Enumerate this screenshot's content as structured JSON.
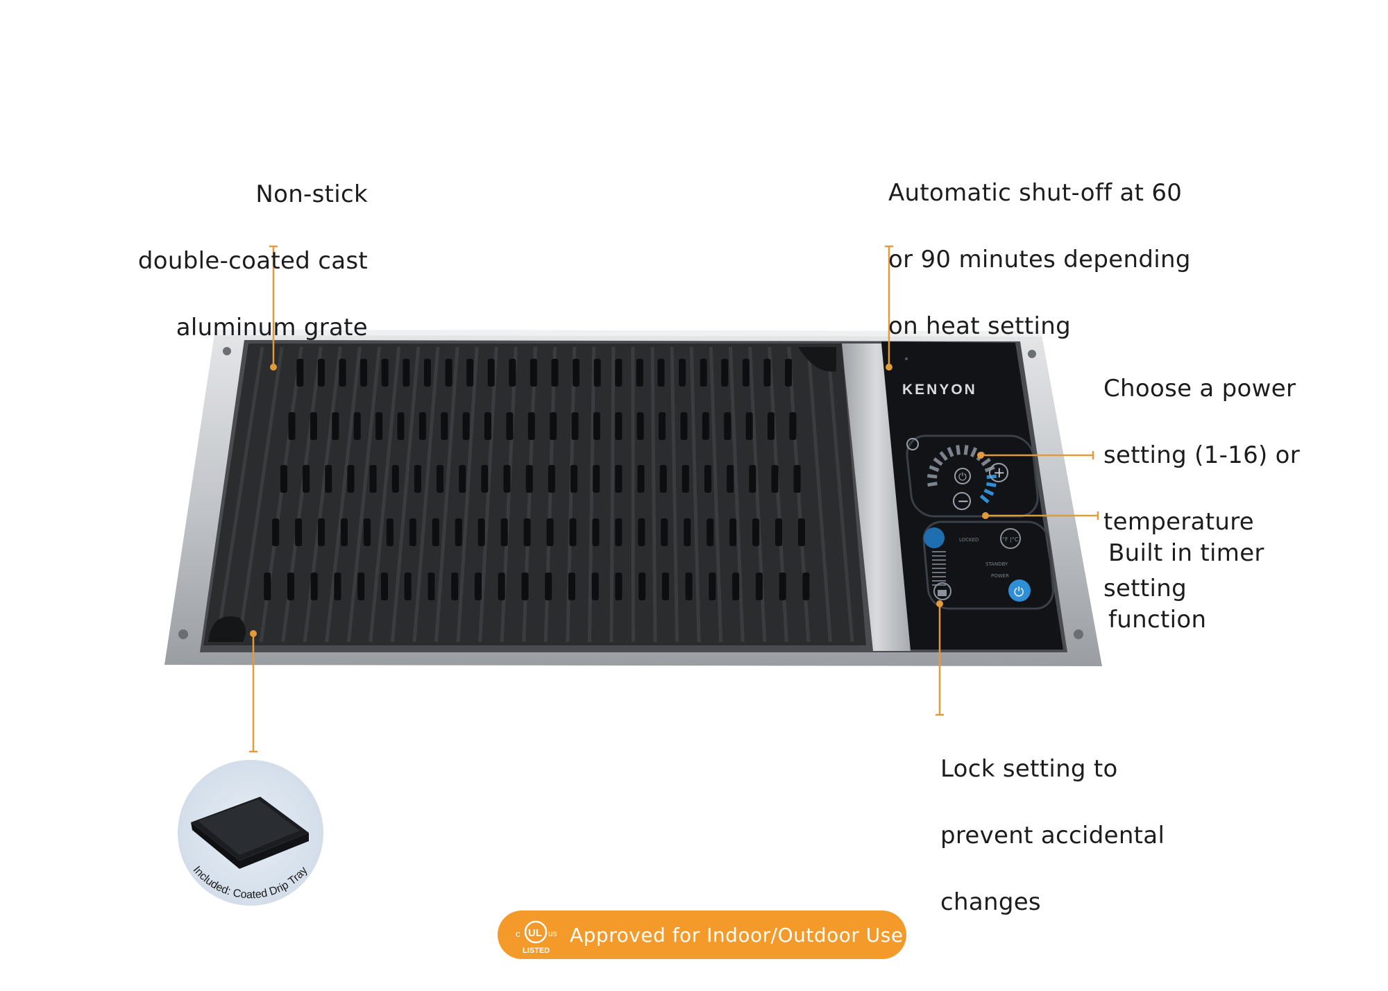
{
  "callouts": {
    "grate": [
      "Non-stick",
      "double-coated cast",
      "aluminum grate"
    ],
    "shutoff": [
      "Automatic shut-off at 60",
      "or 90 minutes depending",
      "on heat setting"
    ],
    "power": [
      "Choose a power",
      "setting (1-16) or",
      "temperature",
      "setting"
    ],
    "timer": [
      "Built in timer",
      "function"
    ],
    "lock": [
      "Lock setting to",
      "prevent accidental",
      "changes"
    ]
  },
  "panel": {
    "brand": "KENYON",
    "locked_label": "LOCKED",
    "standby_label": "STANDBY",
    "power_label": "POWER",
    "unit_label": "°F |°C"
  },
  "drip_tray": {
    "caption": "Included: Coated Drip Tray"
  },
  "badge": {
    "text": "Approved for Indoor/Outdoor Use",
    "mark_left": "c",
    "mark_center": "UL",
    "mark_right": "us",
    "mark_bottom": "LISTED"
  },
  "colors": {
    "accent_orange": "#f39a2a",
    "leader_line": "#e39a3b",
    "frame_steel": "#bfc2c6",
    "grate_black": "#2b2c2e",
    "panel_black": "#111317",
    "panel_blue": "#2f8fd6",
    "tray_circle": "#dbe4ee"
  }
}
